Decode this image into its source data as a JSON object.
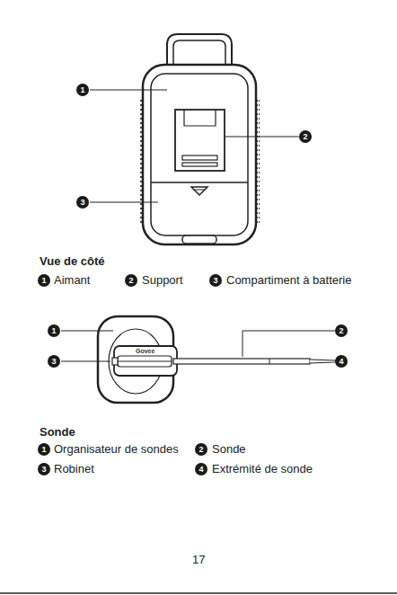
{
  "diagram": {
    "labels": [
      "1",
      "2",
      "3",
      "Vue de côté",
      "1",
      "Aimant",
      "2",
      "Support",
      "3",
      "Compartiment à batterie",
      "1",
      "2",
      "Govee",
      "3",
      "4",
      "Sonde",
      "1",
      "Organisateur de sondes",
      "2",
      "Sonde",
      "3",
      "Robinet",
      "4",
      "Extrémité de sonde",
      "17"
    ]
  }
}
